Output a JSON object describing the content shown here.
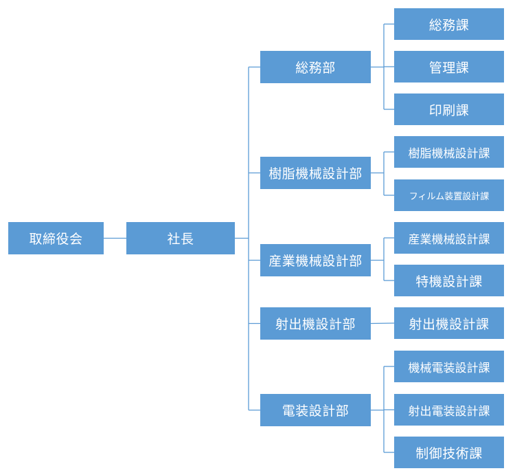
{
  "chart_data": {
    "type": "org-chart",
    "root": {
      "label": "取締役会",
      "children": [
        {
          "label": "社長",
          "children": [
            {
              "label": "総務部",
              "children": [
                {
                  "label": "総務課"
                },
                {
                  "label": "管理課"
                },
                {
                  "label": "印刷課"
                }
              ]
            },
            {
              "label": "樹脂機械設計部",
              "children": [
                {
                  "label": "樹脂機械設計課"
                },
                {
                  "label": "フィルム装置設計課"
                }
              ]
            },
            {
              "label": "産業機械設計部",
              "children": [
                {
                  "label": "産業機械設計課"
                },
                {
                  "label": "特機設計課"
                }
              ]
            },
            {
              "label": "射出機設計部",
              "children": [
                {
                  "label": "射出機設計課"
                }
              ]
            },
            {
              "label": "電装設計部",
              "children": [
                {
                  "label": "機械電装設計課"
                },
                {
                  "label": "射出電装設計課"
                },
                {
                  "label": "制御技術課"
                }
              ]
            }
          ]
        }
      ]
    }
  },
  "colors": {
    "box_fill": "#5b9bd5",
    "box_text": "#ffffff",
    "connector": "#5b9bd5"
  }
}
